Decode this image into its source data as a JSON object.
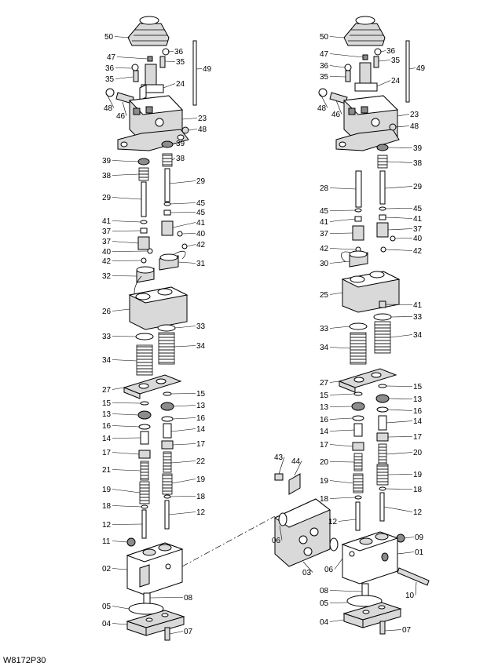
{
  "drawing_code": "W8172P30",
  "left_assembly": [
    {
      "label": "50"
    },
    {
      "label": "36"
    },
    {
      "label": "47"
    },
    {
      "label": "35"
    },
    {
      "label": "36"
    },
    {
      "label": "49"
    },
    {
      "label": "35"
    },
    {
      "label": "24"
    },
    {
      "label": "48"
    },
    {
      "label": "46"
    },
    {
      "label": "23"
    },
    {
      "label": "48"
    },
    {
      "label": "39"
    },
    {
      "label": "39"
    },
    {
      "label": "38"
    },
    {
      "label": "38"
    },
    {
      "label": "29"
    },
    {
      "label": "29"
    },
    {
      "label": "45"
    },
    {
      "label": "41"
    },
    {
      "label": "45"
    },
    {
      "label": "37"
    },
    {
      "label": "41"
    },
    {
      "label": "40"
    },
    {
      "label": "37"
    },
    {
      "label": "42"
    },
    {
      "label": "40"
    },
    {
      "label": "31"
    },
    {
      "label": "42"
    },
    {
      "label": "32"
    },
    {
      "label": "26"
    },
    {
      "label": "33"
    },
    {
      "label": "33"
    },
    {
      "label": "34"
    },
    {
      "label": "34"
    },
    {
      "label": "27"
    },
    {
      "label": "15"
    },
    {
      "label": "15"
    },
    {
      "label": "13"
    },
    {
      "label": "13"
    },
    {
      "label": "16"
    },
    {
      "label": "16"
    },
    {
      "label": "14"
    },
    {
      "label": "14"
    },
    {
      "label": "17"
    },
    {
      "label": "17"
    },
    {
      "label": "22"
    },
    {
      "label": "21"
    },
    {
      "label": "19"
    },
    {
      "label": "19"
    },
    {
      "label": "18"
    },
    {
      "label": "18"
    },
    {
      "label": "12"
    },
    {
      "label": "12"
    },
    {
      "label": "11"
    },
    {
      "label": "02"
    },
    {
      "label": "08"
    },
    {
      "label": "05"
    },
    {
      "label": "04"
    },
    {
      "label": "07"
    }
  ],
  "right_assembly": [
    {
      "label": "50"
    },
    {
      "label": "36"
    },
    {
      "label": "47"
    },
    {
      "label": "35"
    },
    {
      "label": "36"
    },
    {
      "label": "49"
    },
    {
      "label": "35"
    },
    {
      "label": "24"
    },
    {
      "label": "48"
    },
    {
      "label": "46"
    },
    {
      "label": "23"
    },
    {
      "label": "48"
    },
    {
      "label": "39"
    },
    {
      "label": "38"
    },
    {
      "label": "28"
    },
    {
      "label": "29"
    },
    {
      "label": "45"
    },
    {
      "label": "45"
    },
    {
      "label": "41"
    },
    {
      "label": "41"
    },
    {
      "label": "37"
    },
    {
      "label": "37"
    },
    {
      "label": "40"
    },
    {
      "label": "42"
    },
    {
      "label": "42"
    },
    {
      "label": "30"
    },
    {
      "label": "25"
    },
    {
      "label": "41"
    },
    {
      "label": "33"
    },
    {
      "label": "33"
    },
    {
      "label": "34"
    },
    {
      "label": "34"
    },
    {
      "label": "27"
    },
    {
      "label": "15"
    },
    {
      "label": "15"
    },
    {
      "label": "13"
    },
    {
      "label": "13"
    },
    {
      "label": "16"
    },
    {
      "label": "16"
    },
    {
      "label": "14"
    },
    {
      "label": "14"
    },
    {
      "label": "17"
    },
    {
      "label": "17"
    },
    {
      "label": "20"
    },
    {
      "label": "20"
    },
    {
      "label": "19"
    },
    {
      "label": "19"
    },
    {
      "label": "18"
    },
    {
      "label": "18"
    },
    {
      "label": "12"
    },
    {
      "label": "12"
    },
    {
      "label": "09"
    },
    {
      "label": "01"
    },
    {
      "label": "06"
    },
    {
      "label": "10"
    },
    {
      "label": "08"
    },
    {
      "label": "05"
    },
    {
      "label": "04"
    },
    {
      "label": "07"
    }
  ],
  "middle_parts": [
    {
      "label": "43"
    },
    {
      "label": "44"
    },
    {
      "label": "06"
    },
    {
      "label": "03"
    }
  ]
}
